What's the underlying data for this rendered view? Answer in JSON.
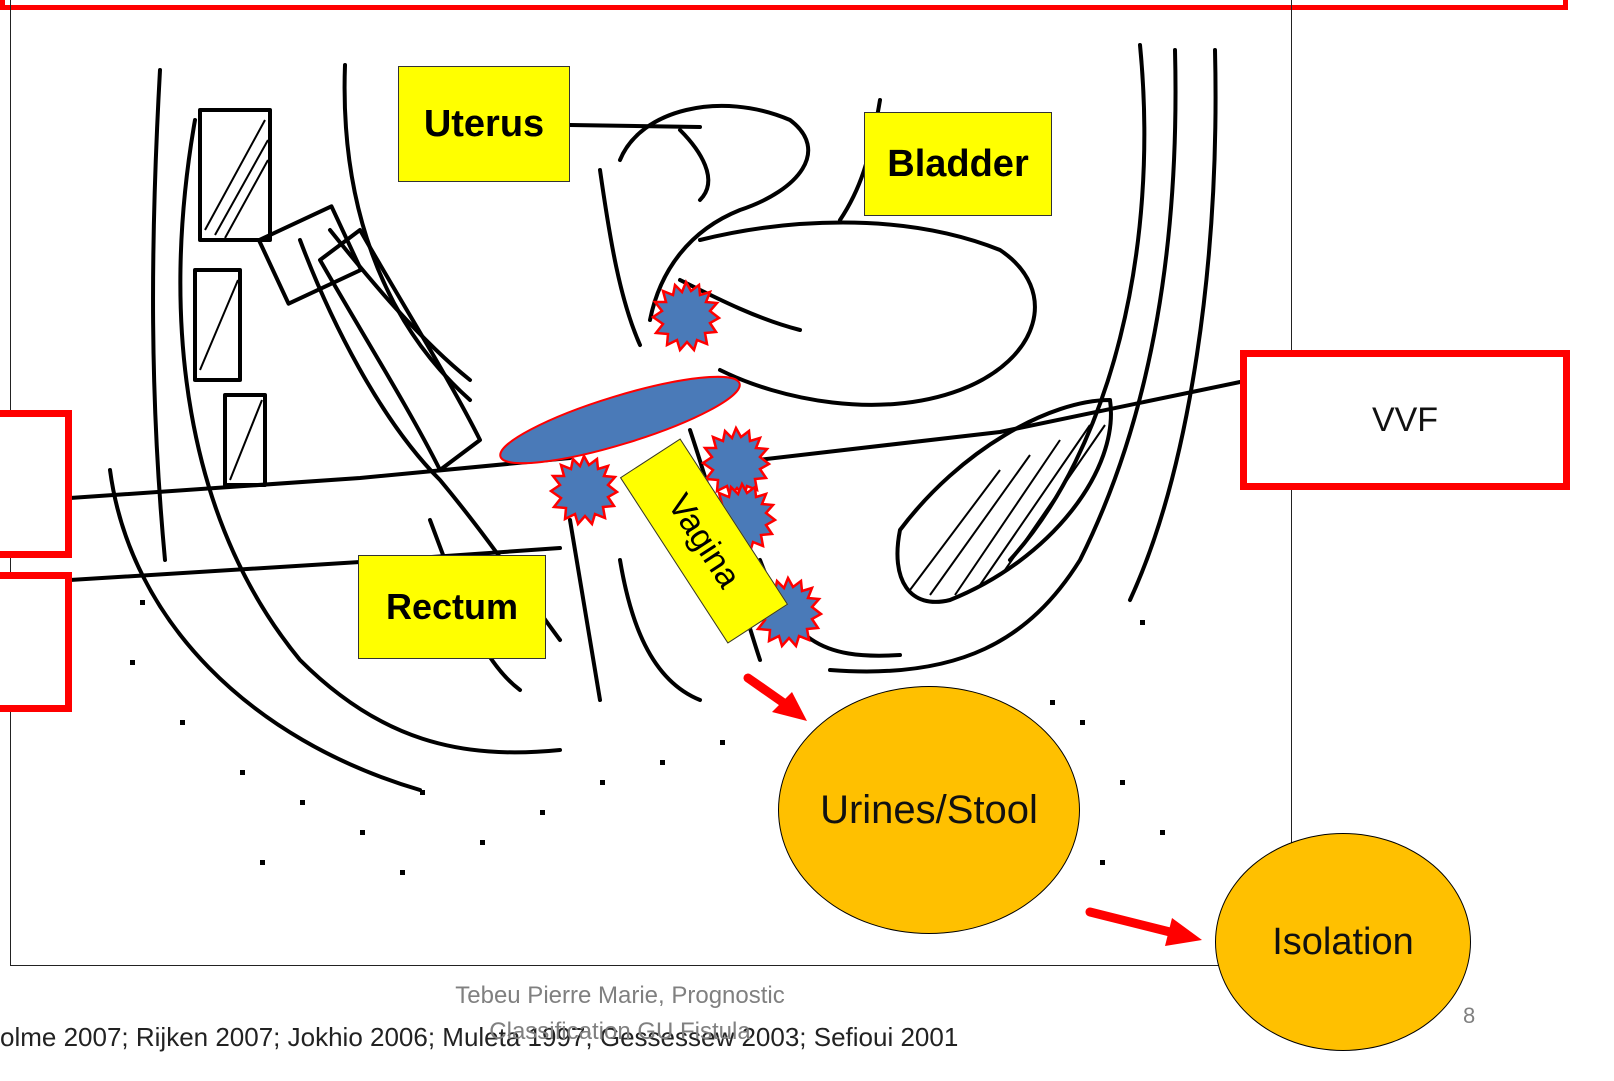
{
  "labels": {
    "uterus": "Uterus",
    "bladder": "Bladder",
    "rectum": "Rectum",
    "vagina": "Vagina"
  },
  "callouts": {
    "vvf": "VVF",
    "left_top": "",
    "left_bottom": ""
  },
  "consequences": {
    "urines_stool": "Urines/Stool",
    "isolation": "Isolation"
  },
  "footer": {
    "author": "Tebeu Pierre Marie, Prognostic",
    "subtitle": "Classification GU Fistula",
    "references": "olme 2007; Rijken 2007; Jokhio 2006; Muleta 1997; Gessessew 2003; Sefioui 2001",
    "slide_number": "8"
  },
  "colors": {
    "callout_border": "#ff0000",
    "label_fill": "#ffff00",
    "consequence_fill": "#ffc000",
    "lesion_fill": "#4a7ab8",
    "lesion_border": "#ff0000"
  },
  "icons": {
    "lesion": "fistula-starburst",
    "arrow": "red-arrow"
  }
}
